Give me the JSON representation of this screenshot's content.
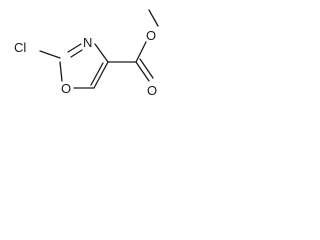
{
  "molecule": {
    "atoms": {
      "cl": "Cl",
      "n": "N",
      "o_ring": "O",
      "o_carbonyl": "O",
      "o_ester": "O"
    }
  }
}
